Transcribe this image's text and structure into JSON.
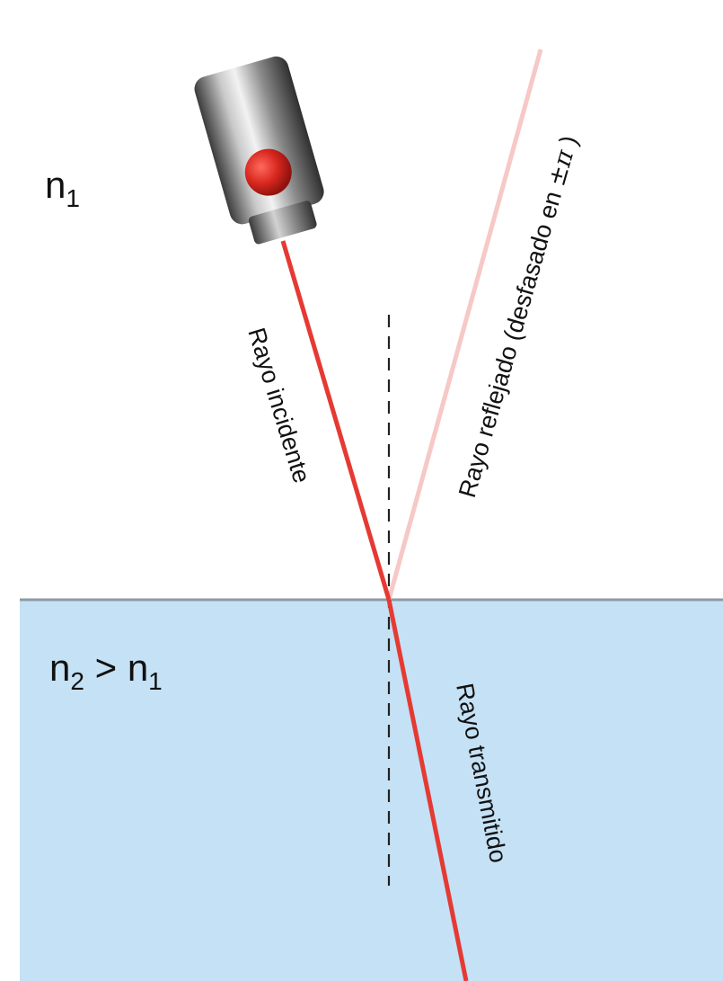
{
  "media": {
    "upper_label": "n",
    "upper_sub": "1",
    "lower_label_a": "n",
    "lower_sub_a": "2",
    "lower_operator": " > ",
    "lower_label_b": "n",
    "lower_sub_b": "1",
    "lower_fill": "#c5e1f5",
    "interface_color": "#8e9aa3"
  },
  "rays": {
    "incident_label": "Rayo incidente",
    "reflected_label": "Rayo reflejado (desfasado en ",
    "reflected_pm": "±",
    "reflected_pi": "π",
    "reflected_close": " )",
    "transmitted_label": "Rayo transmitido",
    "ray_color": "#e53a33",
    "reflected_color": "#f6c8c6"
  },
  "laser": {
    "body_color": "#8a8a8a",
    "dot_color": "#d8271f"
  }
}
